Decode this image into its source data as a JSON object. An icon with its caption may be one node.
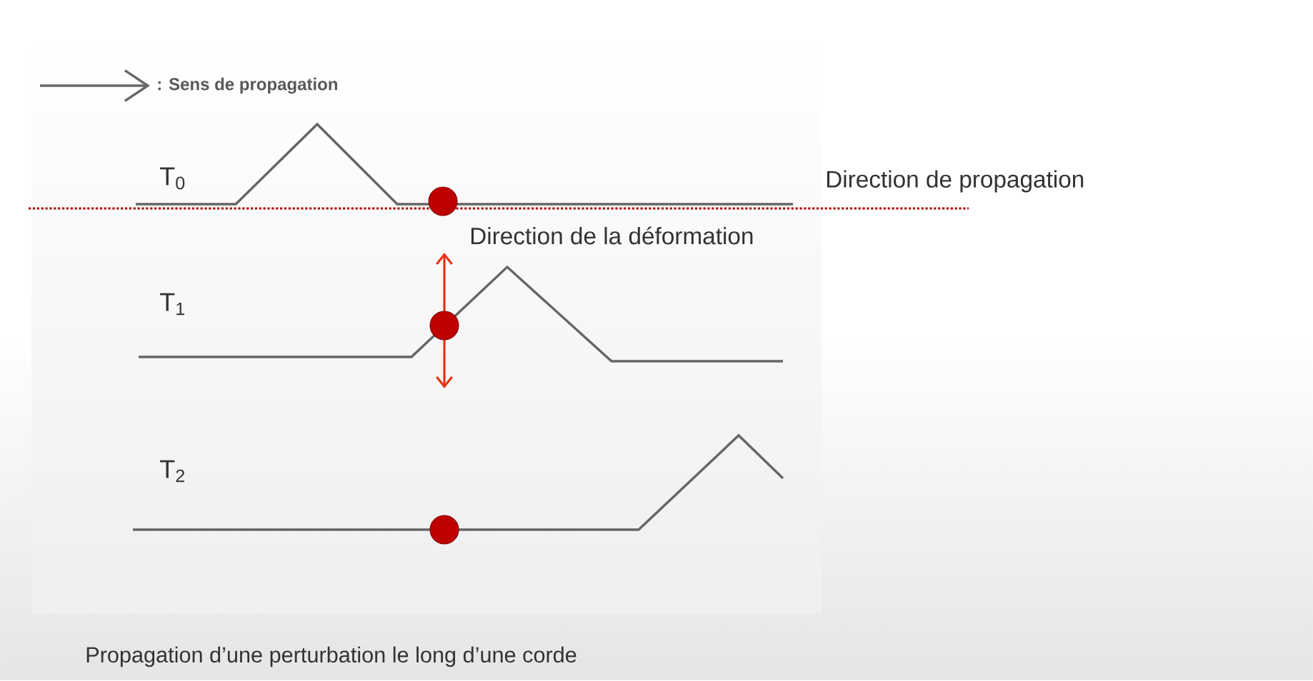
{
  "diagram": {
    "caption": "Propagation d’une perturbation le long d’une corde",
    "labels": [
      "T$_{0}$",
      "Direction de propagation",
      "Direction de la déformation",
      "T$_{1}$",
      "T$_{2}$"
    ],
    "legend": [
      {
        "text": ": Sens de propagation"
      }
    ]
  }
}
